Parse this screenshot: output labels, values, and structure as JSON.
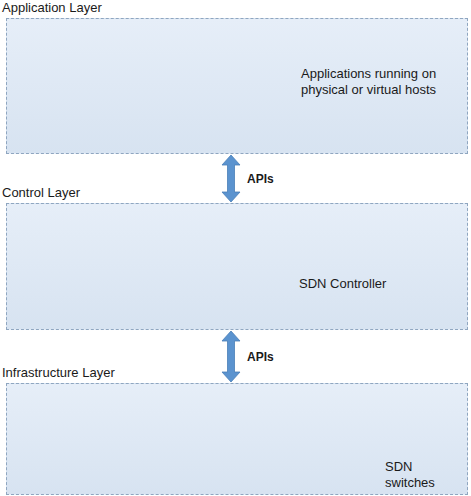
{
  "diagram": {
    "nodes": [
      {
        "text": [
          "Application Layer",
          "Applications running on physical or virtual hosts"
        ]
      },
      {
        "text": [
          "Control Layer",
          "SDN Controller"
        ]
      },
      {
        "text": [
          "Infrastructure Layer",
          "SDN switches"
        ]
      }
    ],
    "edges": [
      {
        "from": 0,
        "to": 1,
        "arrow": "both",
        "label": "APIs"
      },
      {
        "from": 1,
        "to": 2,
        "arrow": "both",
        "label": "APIs"
      }
    ]
  }
}
